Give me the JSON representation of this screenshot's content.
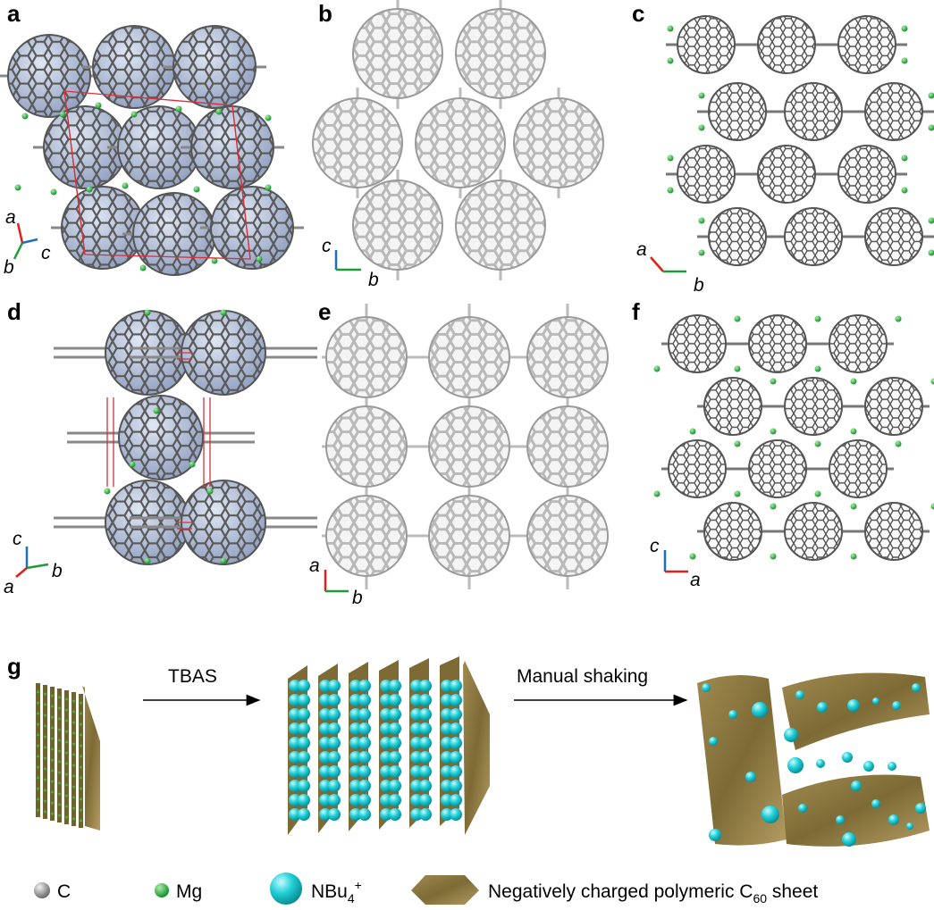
{
  "panels": {
    "a": {
      "label": "a",
      "axes": [
        "a",
        "c",
        "b"
      ]
    },
    "b": {
      "label": "b",
      "axes": [
        "c",
        "b"
      ]
    },
    "c": {
      "label": "c",
      "axes": [
        "a",
        "b"
      ]
    },
    "d": {
      "label": "d",
      "axes": [
        "c",
        "b",
        "a"
      ]
    },
    "e": {
      "label": "e",
      "axes": [
        "a",
        "b"
      ]
    },
    "f": {
      "label": "f",
      "axes": [
        "c",
        "a"
      ]
    },
    "g": {
      "label": "g",
      "step1": "TBAS",
      "step2": "Manual shaking"
    }
  },
  "legend": {
    "carbon": "C",
    "magnesium": "Mg",
    "cation": "NBu",
    "cation_sub": "4",
    "cation_sup": "+",
    "sheet": "Negatively charged polymeric C",
    "sheet_sub": "60",
    "sheet_end": " sheet"
  },
  "colors": {
    "axis_a_red": "#e0201c",
    "axis_b_green": "#1f9a3a",
    "axis_c_blue": "#1e6fc0",
    "mg_green": "#2fbf3a",
    "cation_cyan": "#22d0d8",
    "sheet_brown": "#8c7840",
    "cell_red": "#d9303a"
  }
}
